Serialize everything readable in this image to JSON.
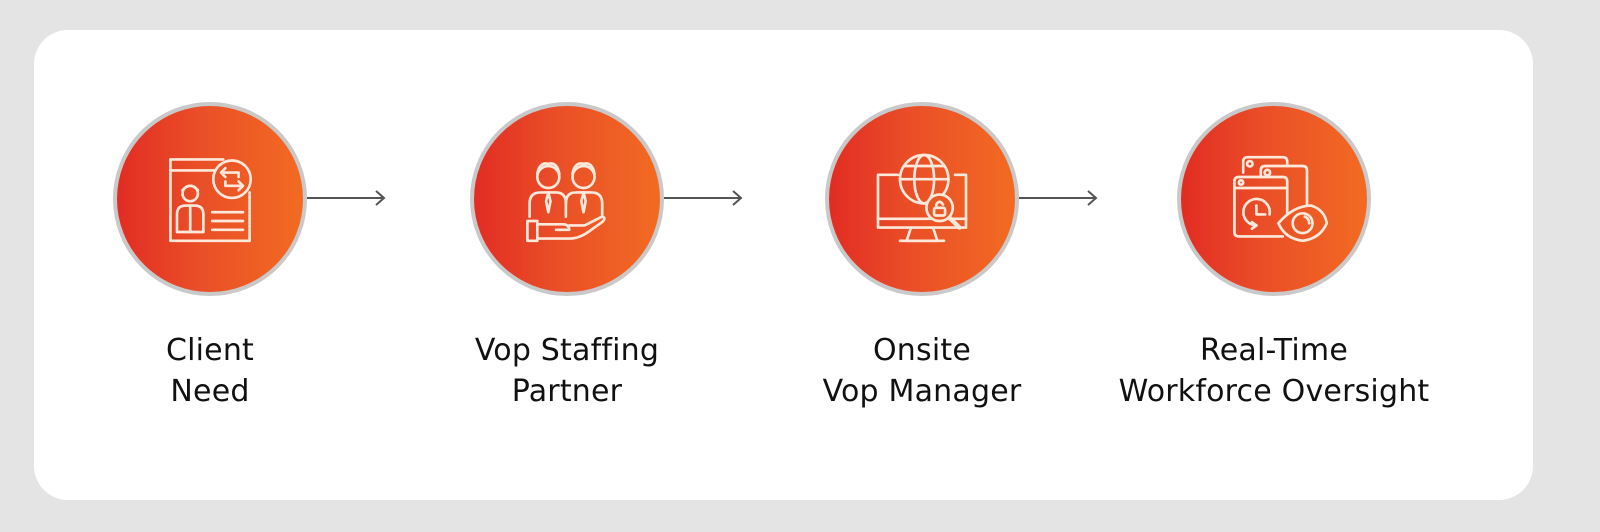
{
  "colors": {
    "background": "#e4e4e4",
    "card": "#ffffff",
    "circle_gradient_start": "#e22c24",
    "circle_gradient_end": "#f26b22",
    "circle_ring": "#c9c9c9",
    "icon_stroke": "#fde9dc",
    "arrow": "#555555",
    "label_text": "#111111"
  },
  "steps": [
    {
      "icon": "client-profile-exchange-icon",
      "line1": "Client",
      "line2": "Need"
    },
    {
      "icon": "team-hand-support-icon",
      "line1": "Vop Staffing",
      "line2": "Partner"
    },
    {
      "icon": "monitor-globe-security-search-icon",
      "line1": "Onsite",
      "line2": "Vop Manager"
    },
    {
      "icon": "windows-clock-eye-icon",
      "line1": "Real-Time",
      "line2": "Workforce Oversight"
    }
  ],
  "arrows": [
    {
      "icon": "arrow-right-icon"
    },
    {
      "icon": "arrow-right-icon"
    },
    {
      "icon": "arrow-right-icon"
    }
  ]
}
